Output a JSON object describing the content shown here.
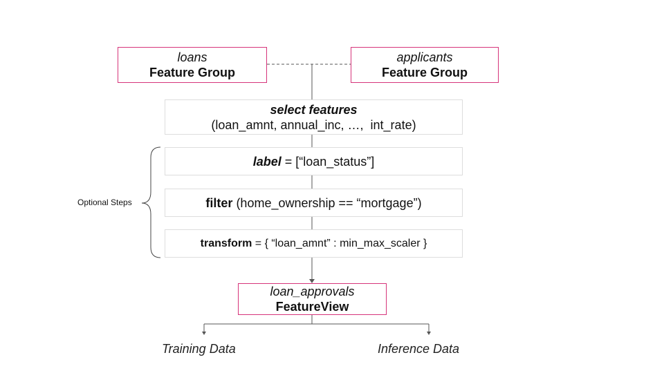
{
  "sources": [
    {
      "name": "loans",
      "type": "Feature Group"
    },
    {
      "name": "applicants",
      "type": "Feature Group"
    }
  ],
  "steps": {
    "select": {
      "keyword": "select features",
      "args": "(loan_amnt, annual_inc, …,  int_rate)"
    },
    "label": {
      "keyword": "label",
      "rest": " = [“loan_status”]"
    },
    "filter": {
      "keyword": "filter",
      "rest": " (home_ownership == “mortgage”)"
    },
    "transform": {
      "keyword": "transform",
      "rest": " = { “loan_amnt” : min_max_scaler }"
    }
  },
  "optional_label": "Optional Steps",
  "feature_view": {
    "name": "loan_approvals",
    "type": "FeatureView"
  },
  "outputs": {
    "training": "Training Data",
    "inference": "Inference Data"
  },
  "colors": {
    "accent": "#d6337a",
    "box_border": "#dddddd",
    "line": "#555555"
  }
}
